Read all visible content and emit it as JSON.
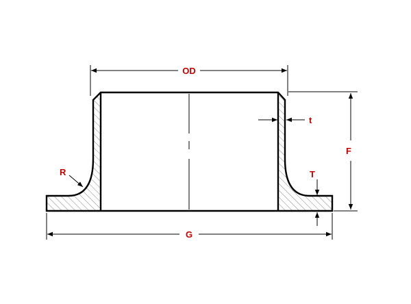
{
  "labels": {
    "od": "OD",
    "t_small": "t",
    "f": "F",
    "r": "R",
    "t_large": "T",
    "g": "G"
  },
  "colors": {
    "label": "#c00000",
    "line": "#000000",
    "hatch": "#666666",
    "background": "#ffffff"
  }
}
